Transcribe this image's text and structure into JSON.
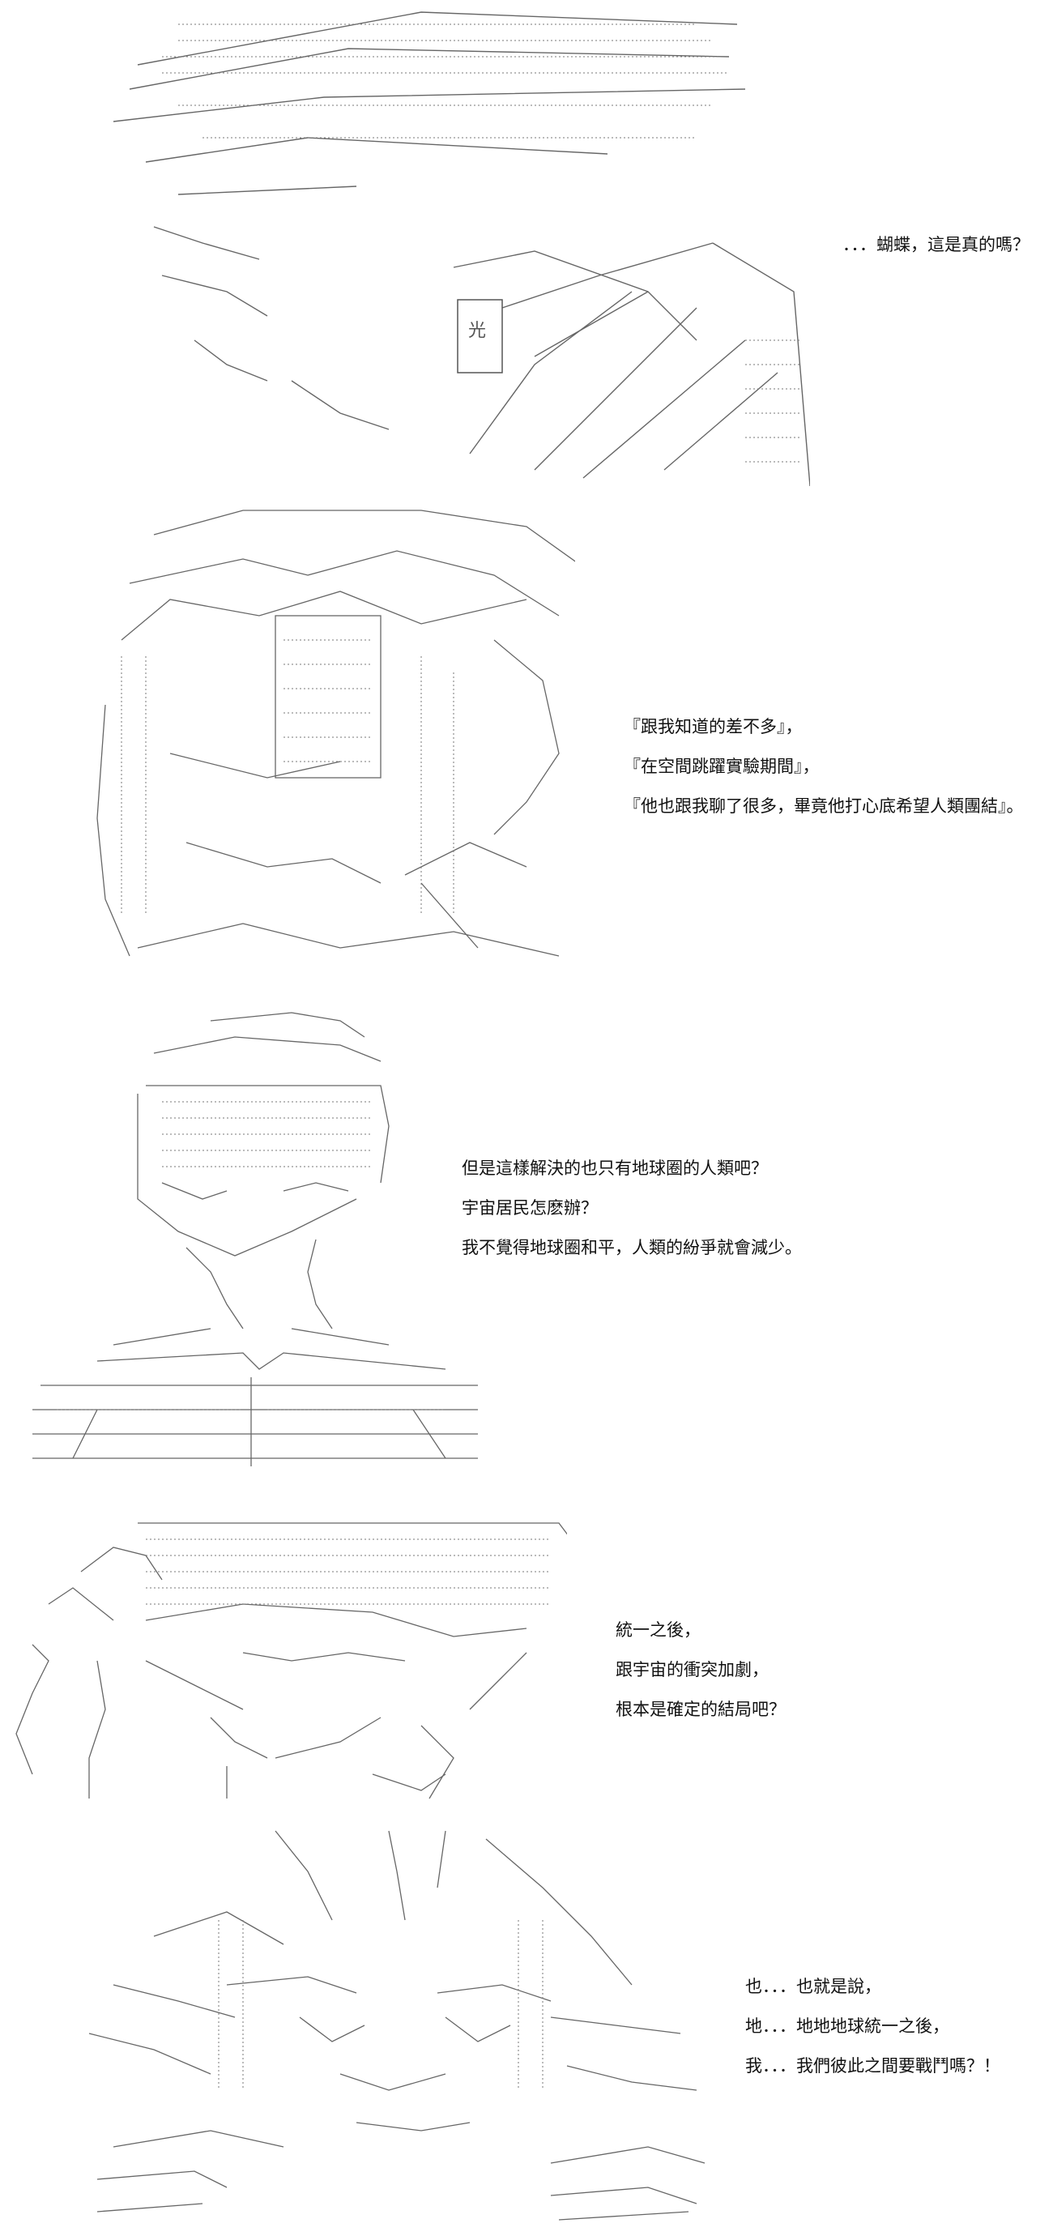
{
  "panels": [
    {
      "lines": [
        "．．．蝴蝶，這是真的嗎？"
      ]
    },
    {
      "lines": [
        "『跟我知道的差不多』，",
        "『在空間跳躍實驗期間』，",
        "『他也跟我聊了很多，畢竟他打心底希望人類團結』。"
      ]
    },
    {
      "lines": [
        "但是這樣解決的也只有地球圈的人類吧？",
        "宇宙居民怎麽辦？",
        "我不覺得地球圈和平，人類的紛爭就會減少。"
      ]
    },
    {
      "lines": [
        "統一之後，",
        "跟宇宙的衝突加劇，",
        "根本是確定的結局吧？"
      ]
    },
    {
      "lines": [
        "也．．．也就是說，",
        "地．．．地地地球統一之後，",
        "我．．．我們彼此之間要戰鬥嗎？！"
      ]
    }
  ],
  "art_labels": {
    "panel1_sign": "光"
  }
}
